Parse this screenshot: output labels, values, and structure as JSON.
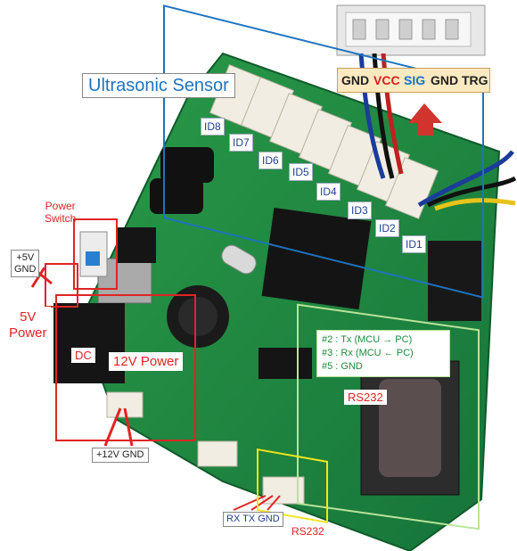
{
  "connector_pins": [
    {
      "text": "GND",
      "color": "#222222"
    },
    {
      "text": "VCC",
      "color": "#d62020"
    },
    {
      "text": "SIG",
      "color": "#1a6fc0"
    },
    {
      "text": "GND",
      "color": "#222222"
    },
    {
      "text": "TRG",
      "color": "#222222"
    }
  ],
  "ultrasonic": {
    "title": "Ultrasonic Sensor",
    "color": "#1e73be"
  },
  "ids": [
    "ID8",
    "ID7",
    "ID6",
    "ID5",
    "ID4",
    "ID3",
    "ID2",
    "ID1"
  ],
  "power_switch": "Power\nSwitch",
  "five_v_pins": "+5V\nGND",
  "five_v_power": "5V\nPower",
  "dc": "DC",
  "twelve_v": "12V Power",
  "twelve_v_pins": "+12V GND",
  "rs232_info": [
    "#2 : Tx (MCU → PC)",
    "#3 : Rx (MCU ← PC)",
    "#5 : GND"
  ],
  "rs232_big": "RS232",
  "rs232_small": "RS232",
  "rx_tx_gnd": "RX TX GND",
  "colors": {
    "red": "#e02424",
    "blue": "#1e73be",
    "green": "#b9e39a",
    "yellow": "#f2e51c",
    "pcb": "#1f8a3c"
  }
}
